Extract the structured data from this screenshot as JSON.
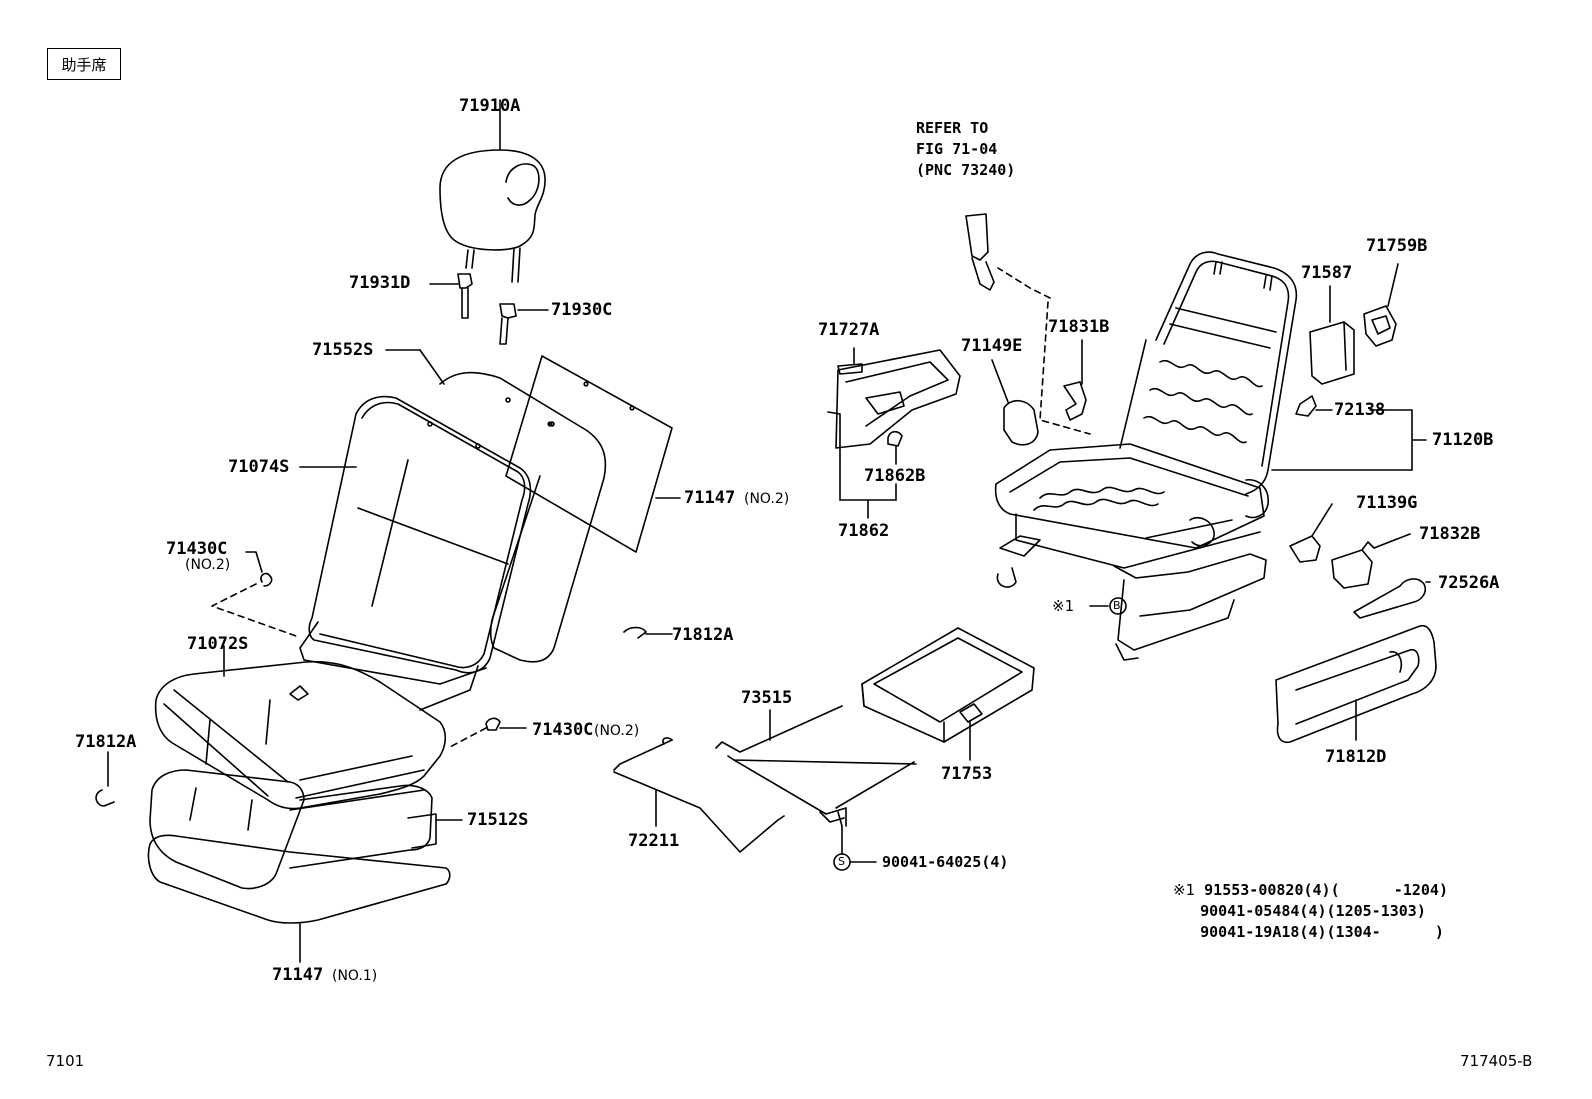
{
  "header": {
    "seat_position": "助手席"
  },
  "refer": {
    "line1": "REFER TO",
    "line2": "FIG 71-04",
    "line3": "(PNC 73240)"
  },
  "parts": {
    "p71910A": "71910A",
    "p71931D": "71931D",
    "p71930C": "71930C",
    "p71552S": "71552S",
    "p71074S": "71074S",
    "p71147_no2": "71147",
    "p71147_no2_sub": "(NO.2)",
    "p71430C_upper": "71430C",
    "p71430C_upper_sub": "(NO.2)",
    "p71072S": "71072S",
    "p71812A_left": "71812A",
    "p71812A_mid": "71812A",
    "p71430C_lower": "71430C",
    "p71430C_lower_sub": "(NO.2)",
    "p71512S": "71512S",
    "p71147_no1": "71147",
    "p71147_no1_sub": "(NO.1)",
    "p71727A": "71727A",
    "p71149E": "71149E",
    "p71831B": "71831B",
    "p71862B": "71862B",
    "p71862": "71862",
    "p71587": "71587",
    "p71759B": "71759B",
    "p72138": "72138",
    "p71120B": "71120B",
    "p71139G": "71139G",
    "p71832B": "71832B",
    "p72526A": "72526A",
    "p71812D": "71812D",
    "p73515": "73515",
    "p72211": "72211",
    "p71753": "71753",
    "p90041_64025": "90041-64025(4)"
  },
  "markers": {
    "ref_mark": "※1",
    "circle_b": "B",
    "circle_s": "S"
  },
  "note": {
    "mark": "※1",
    "line1": "91553-00820(4)(      -1204)",
    "line2": "90041-05484(4)(1205-1303)",
    "line3": "90041-19A18(4)(1304-      )"
  },
  "footer": {
    "left_code": "7101",
    "right_code": "717405-B"
  }
}
